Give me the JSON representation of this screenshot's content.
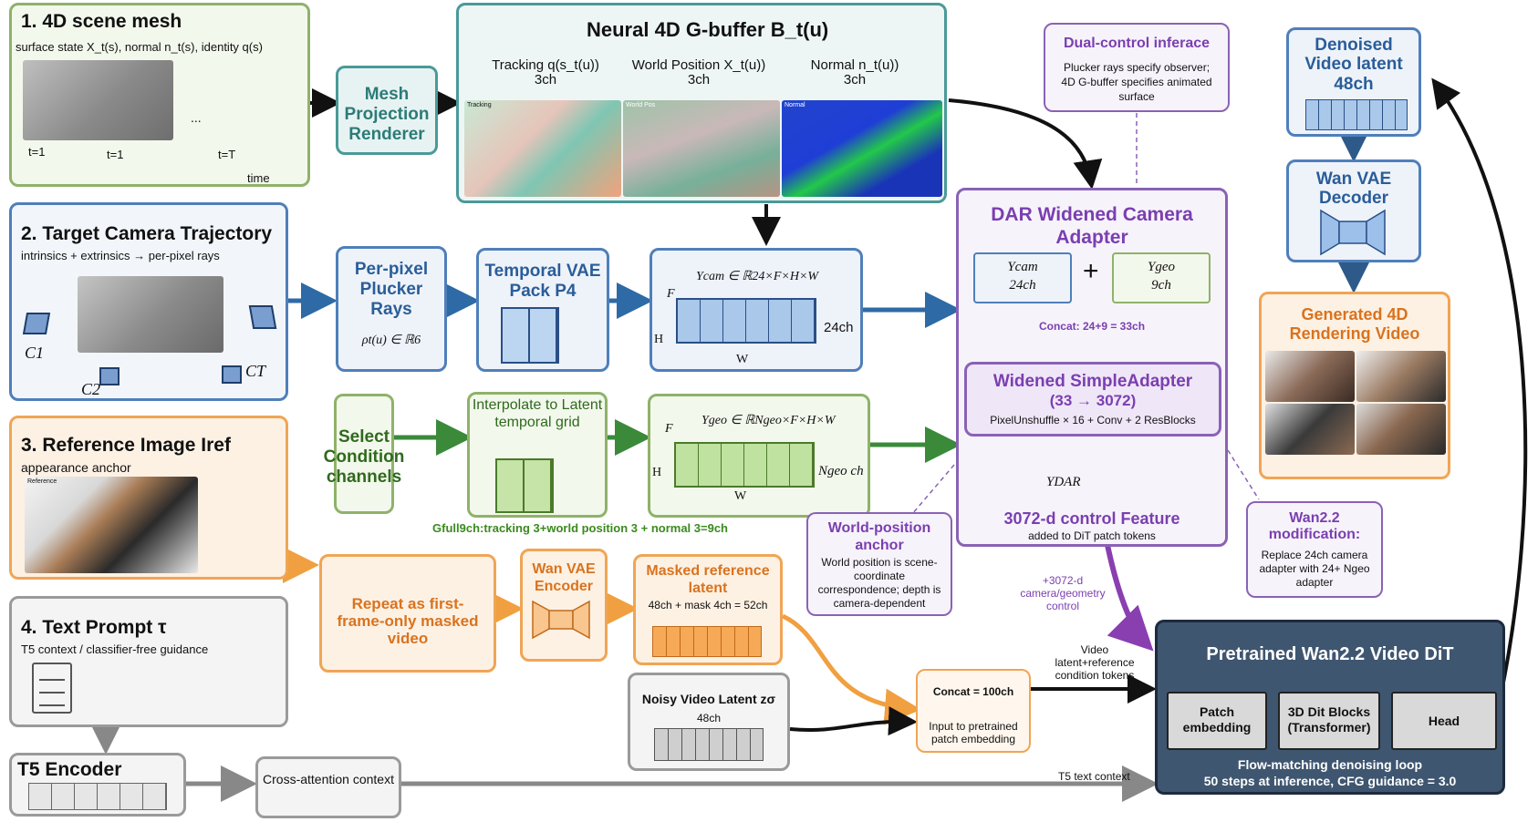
{
  "mesh": {
    "title": "1. 4D scene mesh",
    "subtitle": "surface state X_t(s), normal n_t(s), identity q(s)",
    "dots": "...",
    "t1a": "t=1",
    "t1b": "t=1",
    "tT": "t=T",
    "time": "time"
  },
  "projection": {
    "label": "Mesh Projection Renderer"
  },
  "gbuffer": {
    "title": "Neural 4D G-buffer B_t(u)",
    "tracking": "Tracking q(s_t(u))",
    "tracking_ch": "3ch",
    "world": "World Position X_t(u))",
    "world_ch": "3ch",
    "normal": "Normal n_t(u))",
    "normal_ch": "3ch",
    "img_tracking": "Tracking",
    "img_world": "World Pos",
    "img_normal": "Normal"
  },
  "dual": {
    "title": "Dual-control inferace",
    "line1": "Plucker rays specify observer;",
    "line2": "4D G-buffer specifies animated",
    "line3": "surface"
  },
  "denoised": {
    "title": "Denoised Video latent",
    "ch": "48ch"
  },
  "decoder": {
    "title": "Wan VAE Decoder"
  },
  "generated": {
    "title": "Generated 4D Rendering Video"
  },
  "camera": {
    "title": "2. Target Camera Trajectory",
    "subtitle": "intrinsics + extrinsics → per-pixel rays",
    "c1": "C1",
    "c2": "C2",
    "ct": "CT"
  },
  "plucker": {
    "title": "Per-pixel Plucker Rays",
    "formula": "ρt(u) ∈ ℝ6"
  },
  "temporal": {
    "title": "Temporal VAE Pack P4"
  },
  "ycam": {
    "formula": "Ycam ∈ ℝ24×F×H×W",
    "ch": "24ch",
    "F": "F",
    "H": "H",
    "W": "W"
  },
  "dar": {
    "title": "DAR Widened Camera Adapter",
    "ycam": "Ycam",
    "ycam_ch": "24ch",
    "plus": "+",
    "ygeo": "Ygeo",
    "ygeo_ch": "9ch",
    "concat": "Concat: 24+9 = 33ch",
    "simple_title": "Widened SimpleAdapter",
    "simple_dims": "(33 → 3072)",
    "simple_detail": "PixelUnshuffle × 16 + Conv + 2 ResBlocks",
    "ydar": "YDAR",
    "feature": "3072-d control Feature",
    "feature_sub": "added to DiT patch tokens"
  },
  "reference": {
    "title": "3. Reference Image Iref",
    "subtitle": "appearance anchor",
    "img_label": "Reference"
  },
  "select": {
    "title": "Select Condition channels"
  },
  "interp": {
    "title": "Interpolate to Latent temporal grid"
  },
  "ygeo": {
    "formula": "Ygeo ∈ ℝNgeo×F×H×W",
    "ch": "Ngeo ch",
    "F": "F",
    "H": "H",
    "W": "W"
  },
  "gfull": "Gfull9ch:tracking 3+world position 3 + normal 3=9ch",
  "world_anchor": {
    "title": "World-position anchor",
    "text": "World position is scene-coordinate correspondence; depth is camera-dependent"
  },
  "wan22": {
    "title": "Wan2.2 modification:",
    "text": "Replace 24ch camera adapter with 24+ Ngeo adapter"
  },
  "repeat": {
    "title": "Repeat as first-frame-only masked video"
  },
  "encoder": {
    "title": "Wan VAE Encoder"
  },
  "masked": {
    "title": "Masked reference latent",
    "sub": "48ch + mask 4ch = 52ch"
  },
  "text_prompt": {
    "title": "4. Text Prompt τ",
    "subtitle": "T5 context / classifier-free guidance"
  },
  "noisy": {
    "title": "Noisy Video Latent zσ",
    "ch": "48ch"
  },
  "concat100": {
    "title": "Concat = 100ch",
    "sub": "Input to pretrained patch embedding"
  },
  "control_label": "+3072-d camera/geometry control",
  "video_tokens": "Video latent+reference condition tokens",
  "dit": {
    "title": "Pretrained Wan2.2 Video DiT",
    "patch": "Patch embedding",
    "blocks": "3D Dit Blocks (Transformer)",
    "head": "Head",
    "loop1": "Flow-matching denoising loop",
    "loop2": "50 steps at inference, CFG guidance = 3.0"
  },
  "t5": {
    "title": "T5 Encoder"
  },
  "cross": {
    "title": "Cross-attention context"
  },
  "t5_ctx": "T5 text context",
  "colors": {
    "green": "#8fb26a",
    "teal": "#4a9a98",
    "blue": "#4f7fba",
    "orange": "#f0a555",
    "gray": "#9a9a9a",
    "purple": "#8a62b5",
    "navy": "#1e2a3e",
    "arrow_blue": "#2e6aa5",
    "arrow_green": "#3a8a3a",
    "arrow_orange": "#f0a040"
  }
}
